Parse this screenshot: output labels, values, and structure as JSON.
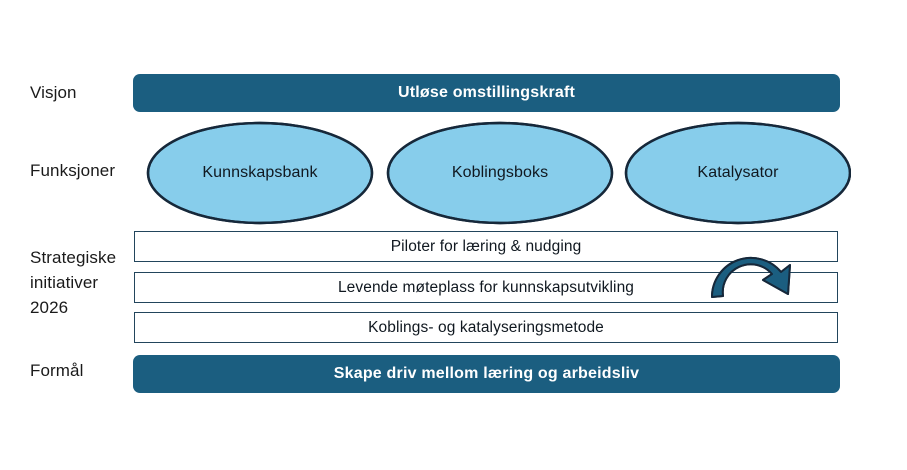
{
  "diagram": {
    "rows": [
      {
        "label": "Visjon"
      },
      {
        "label": "Funksjoner"
      },
      {
        "label": "Strategiske\ninitiativer\n2026"
      },
      {
        "label": "Formål"
      }
    ],
    "vision_bar": {
      "text": "Utløse omstillingskraft",
      "fill": "#1b5e80",
      "text_color": "#ffffff"
    },
    "purpose_bar": {
      "text": "Skape driv mellom læring og arbeidsliv",
      "fill": "#1b5e80",
      "text_color": "#ffffff"
    },
    "functions": {
      "fill": "#87cdeb",
      "stroke": "#16283a",
      "items": [
        {
          "label": "Kunnskapsbank"
        },
        {
          "label": "Koblingsboks"
        },
        {
          "label": "Katalysator"
        }
      ]
    },
    "initiatives": {
      "border": "#22455c",
      "fill": "#ffffff",
      "items": [
        {
          "label": "Piloter for læring & nudging"
        },
        {
          "label": "Levende møteplass for kunnskapsutvikling"
        },
        {
          "label": "Koblings- og katalyseringsmetode"
        }
      ]
    },
    "cycle_icon": {
      "name": "circular-arrows-icon",
      "color": "#1b5e80",
      "stroke": "#16283a"
    }
  }
}
